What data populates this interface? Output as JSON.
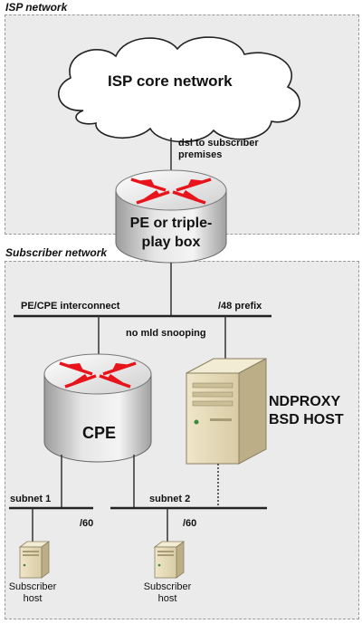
{
  "zones": {
    "isp_title": "ISP network",
    "subscriber_title": "Subscriber network"
  },
  "cloud_label": "ISP core network",
  "link_label": "dsl to subscriber premises",
  "pe_router_label": "PE or triple-play box",
  "interconnect_label": "PE/CPE interconnect",
  "prefix_48_label": "/48 prefix",
  "mld_label": "no mld snooping",
  "cpe_label": "CPE",
  "ndproxy_label": "NDPROXY BSD HOST",
  "subnet1": {
    "label": "subnet 1",
    "prefix": "/60"
  },
  "subnet2": {
    "label": "subnet 2",
    "prefix": "/60"
  },
  "hosts": [
    {
      "label": "Subscriber host"
    },
    {
      "label": "Subscriber host"
    }
  ],
  "colors": {
    "zone_bg": "#ebebeb",
    "router_body": "#d8d8d8",
    "arrow_red": "#e8141b",
    "server_beige": "#e8dcb8"
  }
}
